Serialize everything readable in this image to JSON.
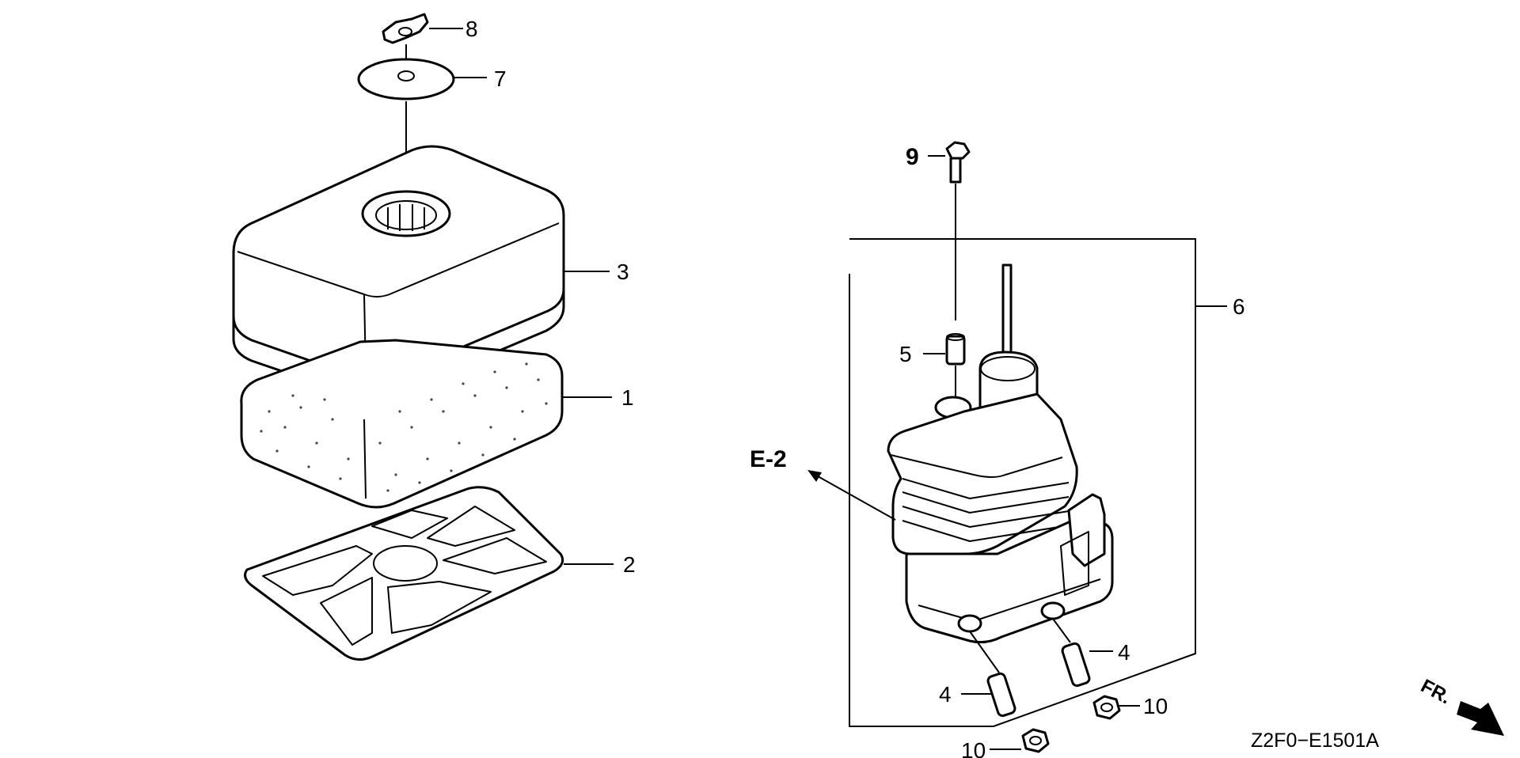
{
  "callouts": {
    "c8": "8",
    "c7": "7",
    "c3": "3",
    "c1": "1",
    "c2": "2",
    "c9": "9",
    "c6": "6",
    "c5": "5",
    "e2": "E-2",
    "c4a": "4",
    "c4b": "4",
    "c10a": "10",
    "c10b": "10"
  },
  "footer": {
    "code": "Z2F0−E1501A",
    "front": "FR."
  }
}
